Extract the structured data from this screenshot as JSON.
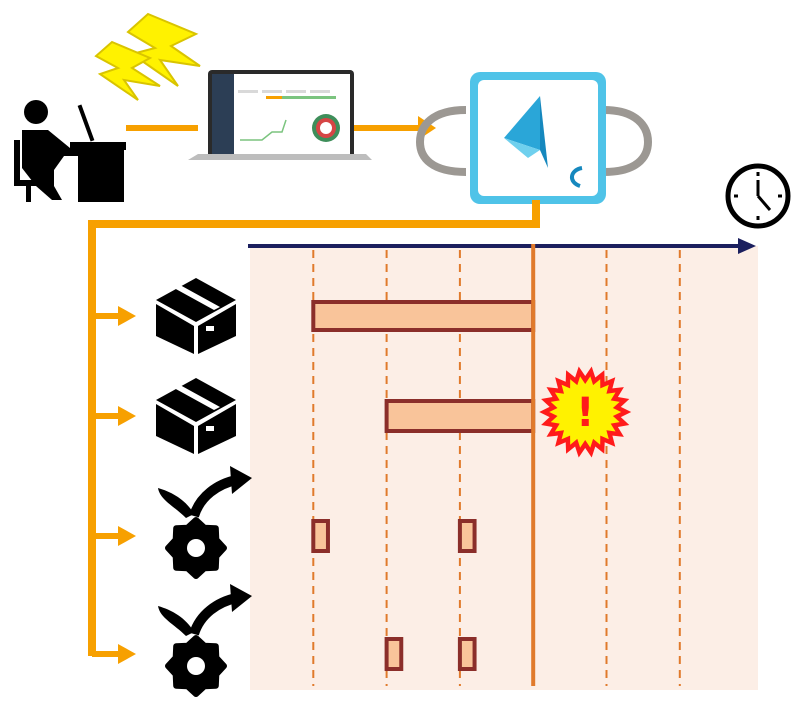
{
  "diagram": {
    "type": "workflow-timeline",
    "colors": {
      "flow_arrow": "#F7A000",
      "lightning": "#FFF200",
      "lightning_outline": "#D9C400",
      "timeline_bg": "#FCEEE6",
      "time_axis": "#1B1F5E",
      "gridline": "#E07A2C",
      "cursor": "#E07A2C",
      "bar_fill": "#F9C49A",
      "bar_border": "#8B2E2A",
      "alert_fill": "#FF1B1B",
      "alert_center": "#FFF200",
      "logo_frame": "#4FC3E8",
      "logo_handles": "#9C9893",
      "icon": "#000000"
    },
    "icons": {
      "user": "person-at-desk-icon",
      "laptop": "laptop-dashboard-icon",
      "lightning": "lightning-bolts-icon",
      "hub": "dispatch-app-icon",
      "clock": "clock-icon",
      "alert": "exclamation-burst-icon",
      "rows": [
        "package-box-icon",
        "package-box-icon",
        "gear-process-icon",
        "gear-process-icon"
      ]
    },
    "alert_symbol": "!"
  },
  "chart_data": {
    "type": "gantt",
    "axis": "time",
    "x_range": [
      0,
      7
    ],
    "gridlines": [
      1,
      2,
      3,
      5,
      6
    ],
    "current_time": 4,
    "rows": [
      {
        "icon": "package-box-icon",
        "tasks": [
          {
            "start": 1,
            "end": 4
          }
        ],
        "alert": false
      },
      {
        "icon": "package-box-icon",
        "tasks": [
          {
            "start": 2,
            "end": 4
          }
        ],
        "alert": true
      },
      {
        "icon": "gear-process-icon",
        "tasks": [
          {
            "start": 1,
            "end": 1.2
          },
          {
            "start": 3,
            "end": 3.2
          }
        ],
        "alert": false
      },
      {
        "icon": "gear-process-icon",
        "tasks": [
          {
            "start": 2,
            "end": 2.2
          },
          {
            "start": 3,
            "end": 3.2
          }
        ],
        "alert": false
      }
    ]
  }
}
